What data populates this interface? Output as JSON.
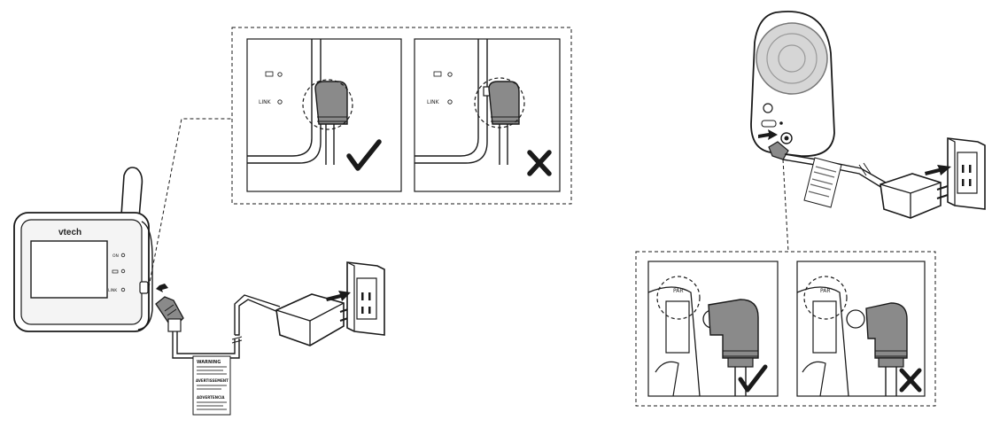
{
  "left_monitor": {
    "brand_logo": "vtech",
    "status_labels": {
      "power": "ON",
      "battery": "",
      "link": "LINK"
    },
    "led_inset_labels": {
      "battery_correct": "",
      "link_correct": "LINK",
      "battery_incorrect": "",
      "link_incorrect": "LINK"
    }
  },
  "warning_tag": {
    "heading_1": "WARNING",
    "heading_2": "AVERTISSEMENT",
    "heading_3": "ADVERTENCIA"
  },
  "insets": {
    "correct_marker": "check-mark",
    "incorrect_marker": "cross-mark"
  },
  "right_unit": {
    "port_label": "PAR"
  },
  "colors": {
    "line": "#1a1a1a",
    "mid_gray": "#777777",
    "light_gray": "#e6e6e6",
    "plug_gray": "#8a8a8a"
  }
}
